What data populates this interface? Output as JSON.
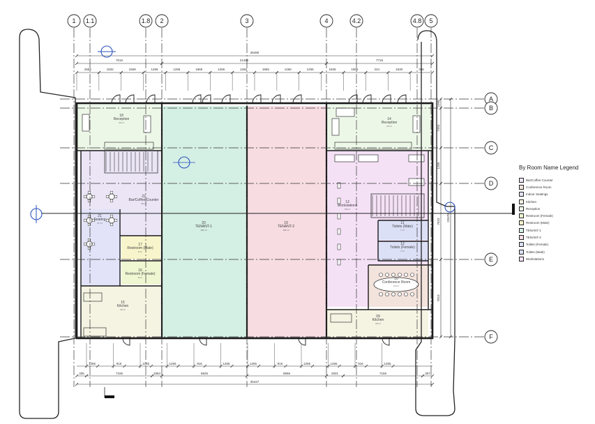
{
  "grid": {
    "columns": [
      "1",
      "1.1",
      "1.8",
      "2",
      "3",
      "4",
      "4.2",
      "4.8",
      "5"
    ],
    "rows": [
      "A",
      "B",
      "C",
      "D",
      "E",
      "F"
    ]
  },
  "rooms": [
    {
      "id": "reception_l",
      "number": "18",
      "name": "Reception",
      "area": "25 m²",
      "fill": "#edf7e8"
    },
    {
      "id": "bar",
      "number": "22",
      "name": "Bar/Coffee Counter",
      "area": "38 m²",
      "fill": "#ebe5f6"
    },
    {
      "id": "seating_l",
      "number": "21",
      "name": "Seating",
      "area": "37 m²",
      "fill": "#e2e2f8"
    },
    {
      "id": "restroom_male_l",
      "number": "17",
      "name": "Restroom (Male)",
      "area": "8 m²",
      "fill": "#f8f5cc"
    },
    {
      "id": "restroom_female_l",
      "number": "16",
      "name": "Restroom (Female)",
      "area": "8 m²",
      "fill": "#eef6d2"
    },
    {
      "id": "kitchen_l",
      "number": "15",
      "name": "Kitchen",
      "area": "29 m²",
      "fill": "#f5f3e2"
    },
    {
      "id": "tenant1",
      "number": "20",
      "name": "TENANT-1",
      "area": "186 m²",
      "fill": "#d4efe4"
    },
    {
      "id": "tenant2",
      "number": "19",
      "name": "TENANT-2",
      "area": "186 m²",
      "fill": "#f7dce2"
    },
    {
      "id": "reception_r",
      "number": "14",
      "name": "Reception",
      "area": "25 m²",
      "fill": "#edf7e8"
    },
    {
      "id": "workstations",
      "number": "13",
      "name": "Workstations",
      "area": "68 m²",
      "fill": "#f5e1f6"
    },
    {
      "id": "toilet_male",
      "number": "11",
      "name": "Toilets (Male)",
      "area": "7 m²",
      "fill": "#dce0f6"
    },
    {
      "id": "toilet_female",
      "number": "12",
      "name": "Toilets (Female)",
      "area": "7 m²",
      "fill": "#dce0f6"
    },
    {
      "id": "conference",
      "number": "10",
      "name": "Conference Room",
      "area": "23 m²",
      "fill": "#f3e3dd"
    },
    {
      "id": "kitchen_r",
      "number": "09",
      "name": "Kitchen",
      "area": "29 m²",
      "fill": "#f5f3e2"
    }
  ],
  "dimensions": {
    "top_overall": "35490",
    "top_segments": [
      "7015",
      "21485",
      "7715"
    ],
    "top_small": [
      "2684",
      "1832",
      "1669",
      "1265",
      "1265",
      "1865",
      "1265",
      "1265",
      "1855",
      "1265",
      "1265",
      "1835",
      "1865",
      "224",
      "1630",
      "355"
    ],
    "bottom_overall": "35447",
    "bottom_segments": [
      "335",
      "7155",
      "1984",
      "8626",
      "8656",
      "2501",
      "7156",
      "357"
    ],
    "bottom_small": [
      "1265",
      "916",
      "1265",
      "1265",
      "916",
      "1265",
      "1265",
      "916",
      "1265",
      "1265",
      "916",
      "1265"
    ],
    "right": [
      "1090",
      "7454",
      "1265",
      "7633",
      "7810",
      "22670"
    ]
  },
  "legend": {
    "title": "By Room Name Legend",
    "items": [
      {
        "label": "Bar/Coffee Counter",
        "color": "#ebe5f6"
      },
      {
        "label": "Conference Room",
        "color": "#f3e3dd"
      },
      {
        "label": "Indoor Seatings",
        "color": "#e2e2f8"
      },
      {
        "label": "Kitchen",
        "color": "#f5f3e2"
      },
      {
        "label": "Reception",
        "color": "#edf7e8"
      },
      {
        "label": "Restroom (Female)",
        "color": "#eef6d2"
      },
      {
        "label": "Restroom (Male)",
        "color": "#f8f5cc"
      },
      {
        "label": "TENANT-1",
        "color": "#d4efe4"
      },
      {
        "label": "TENANT-2",
        "color": "#f7dce2"
      },
      {
        "label": "Toilets (Female)",
        "color": "#dce0f6"
      },
      {
        "label": "Toilets (Male)",
        "color": "#dce0f6"
      },
      {
        "label": "Workstations",
        "color": "#f5e1f6"
      }
    ]
  }
}
